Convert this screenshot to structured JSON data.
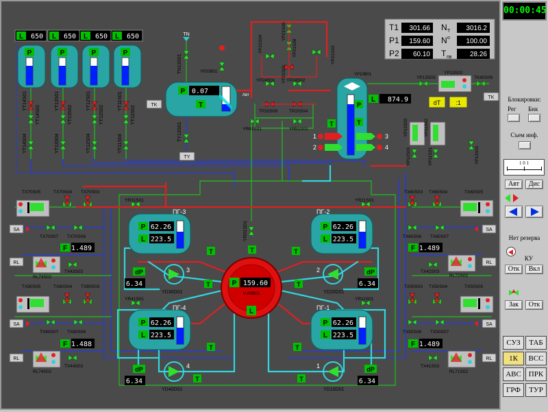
{
  "clock": "00:00:45",
  "top_params": {
    "T1": {
      "label": "T1",
      "value": "301.66"
    },
    "P1": {
      "label": "P1",
      "value": "159.60"
    },
    "P2": {
      "label": "P2",
      "value": "60.10"
    },
    "NT": {
      "label": "N",
      "sub": "T",
      "value": "3016.2"
    },
    "N": {
      "label": "N",
      "sup": "o",
      "value": "100.00"
    },
    "Tpv": {
      "label": "T",
      "sub": "пв",
      "value": "28.26"
    }
  },
  "hydro_tanks": [
    {
      "L": "650",
      "valves": [
        "YT14S01",
        "YT14S02",
        "YT14S04"
      ]
    },
    {
      "L": "650",
      "valves": [
        "YT13S01",
        "YT13S02",
        "YT13S04"
      ]
    },
    {
      "L": "650",
      "valves": [
        "YT12S01",
        "YT12S02",
        "YT12S04"
      ]
    },
    {
      "L": "650",
      "valves": [
        "YT11S01",
        "YT11S02",
        "YT11S04"
      ]
    }
  ],
  "bubbler": {
    "tag": "YP20B01",
    "P": "0.07",
    "valves": [
      "TN13S01",
      "TY13S01"
    ],
    "btn_tn": "TN",
    "btn_tk": "TK",
    "btn_ty": "TY"
  },
  "pressurizer": {
    "tag": "YP10B01",
    "L": "874.9",
    "dT": "dT",
    "ratio": ":1",
    "btn_tk": "TK",
    "avt": "Авт"
  },
  "pressurizer_valves": [
    "YP21S04",
    "YP21S09",
    "YP21S08",
    "YP21S03",
    "YP21S01",
    "YP24S01",
    "YP24S02",
    "TP20S09",
    "TP20S04",
    "YR61S01",
    "YR51S01",
    "YP13S03",
    "YP13S02",
    "TK40S09",
    "YP12S02",
    "YP11S02",
    "YP12S01",
    "YP11S01",
    "YP13S01"
  ],
  "heater_groups": [
    "1",
    "2",
    "3",
    "4"
  ],
  "reactor": {
    "tag": "V-00B01",
    "P": "159.60"
  },
  "center_valve": "YR01S01",
  "steam_generators": [
    {
      "name": "ПГ-3",
      "P": "62.26",
      "L": "223.5",
      "valve": "YR31S01"
    },
    {
      "name": "ПГ-2",
      "P": "62.26",
      "L": "223.5",
      "valve": "YR21S01"
    },
    {
      "name": "ПГ-4",
      "P": "62.26",
      "L": "223.5",
      "valve": "YR41S01"
    },
    {
      "name": "ПГ-1",
      "P": "62.26",
      "L": "223.5",
      "valve": "YR11S01"
    }
  ],
  "pumps": [
    {
      "num": "3",
      "tag": "YD30D01",
      "dP": "6.34"
    },
    {
      "num": "2",
      "tag": "YD20D01",
      "dP": "6.34"
    },
    {
      "num": "4",
      "tag": "YD40D01",
      "dP": "6.34"
    },
    {
      "num": "1",
      "tag": "YD10D01",
      "dP": "6.34"
    }
  ],
  "loops": [
    {
      "valves": [
        "TX70S05",
        "TX70S04",
        "TX70S03"
      ],
      "lower": [
        "TX70S07",
        "TX70S06"
      ],
      "F": "1.489",
      "rl": "RL73S02",
      "dx": "TX43S03"
    },
    {
      "valves": [
        "TX60S03",
        "TX60S04",
        "TX60S05"
      ],
      "lower": [
        "TX60S06",
        "TX60S07"
      ],
      "F": "1.489",
      "rl": "RL72S02",
      "dx": "TX42S03"
    },
    {
      "valves": [
        "TX80S05",
        "TX80S04",
        "TX80S03"
      ],
      "lower": [
        "TX80S07",
        "TX80S06"
      ],
      "F": "1.488",
      "rl": "RL74S02",
      "dx": "TX44S03"
    },
    {
      "valves": [
        "TX50S03",
        "TX50S04",
        "TX50S05"
      ],
      "lower": [
        "TX50S06",
        "TX50S07"
      ],
      "F": "1.489",
      "rl": "RL71S02",
      "dx": "TX41S03"
    }
  ],
  "edge_buttons": {
    "sa": "SA",
    "rl": "RL",
    "t": "T"
  },
  "side": {
    "block_title": "Блокировки:",
    "reg": "Рег",
    "bnk": "Бнк",
    "sem": "Съем инф.",
    "scale": "1   0   1",
    "avt": "Авт",
    "dis": "Дис",
    "no_reserve": "Нет резерва",
    "ku": "КУ",
    "otk": "Отк",
    "vkl": "Вкл",
    "zak": "Зак",
    "otk2": "Отк",
    "nav": [
      "СУЗ",
      "ТАБ",
      "1К",
      "ВСС",
      "АВС",
      "ПРК",
      "ГРФ",
      "ТУР"
    ]
  }
}
